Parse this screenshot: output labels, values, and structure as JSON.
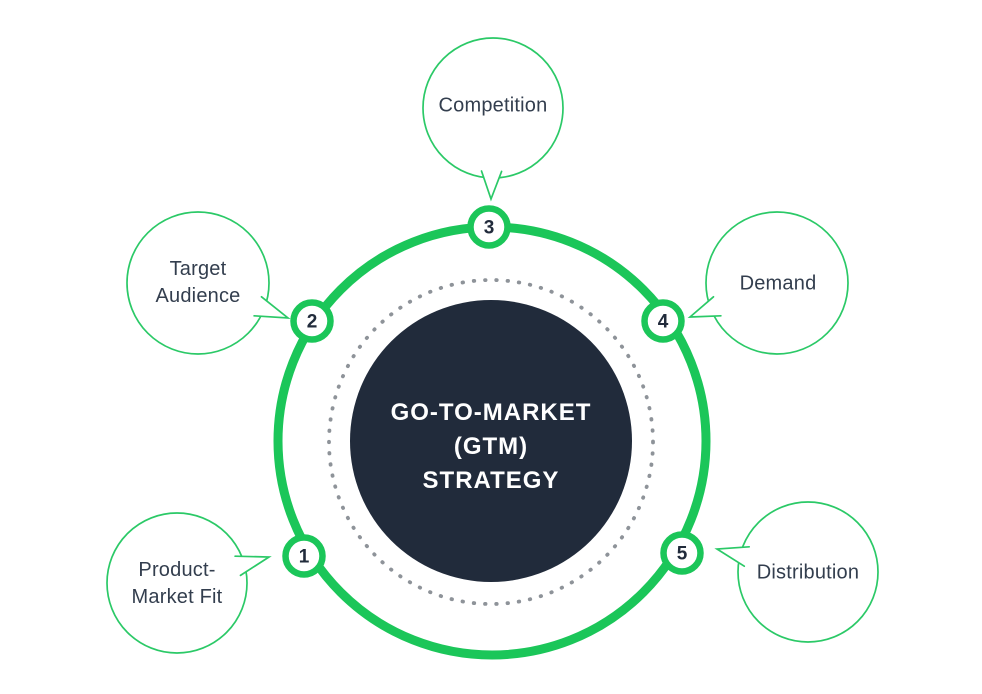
{
  "title": {
    "lines": [
      "GO-TO-MARKET",
      "(GTM)",
      "STRATEGY"
    ]
  },
  "nodes": [
    {
      "number": "1",
      "label": "Product-Market Fit"
    },
    {
      "number": "2",
      "label": "Target Audience"
    },
    {
      "number": "3",
      "label": "Competition"
    },
    {
      "number": "4",
      "label": "Demand"
    },
    {
      "number": "5",
      "label": "Distribution"
    }
  ],
  "colors": {
    "accent_green": "#1BC659",
    "bubble_outline_green": "#2BC967",
    "center_fill_navy": "#212B3B",
    "label_text": "#333E4E",
    "dot_gray": "#8E9399",
    "background": "#FFFFFF"
  }
}
